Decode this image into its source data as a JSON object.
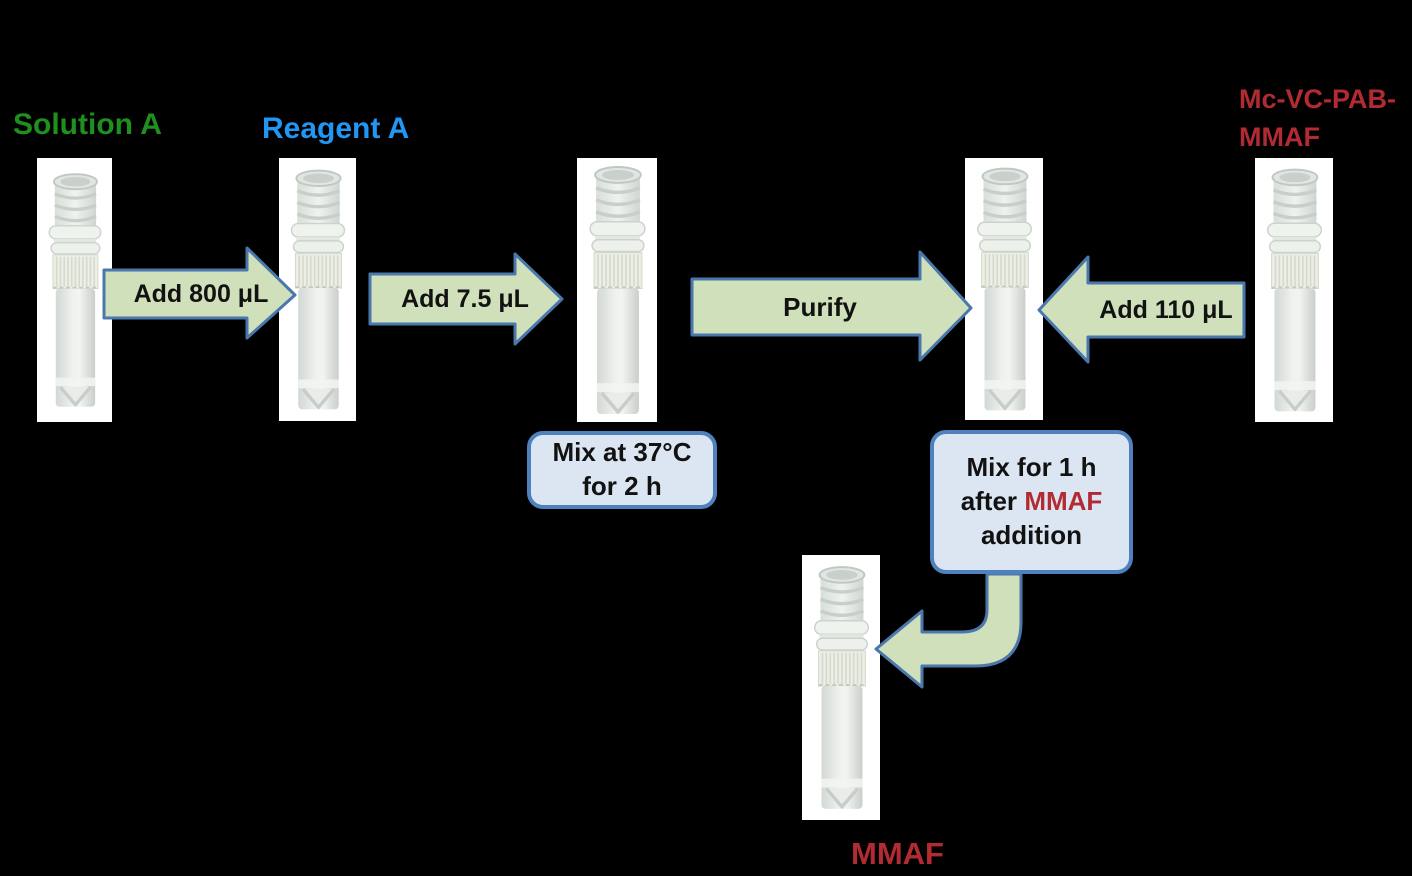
{
  "diagram": {
    "tube_labels": {
      "solution_a": "Solution A",
      "reagent_a": "Reagent A",
      "mc_vc_pab_line1": "Mc-VC-PAB-",
      "mc_vc_pab_line2": "MMAF",
      "mmaf_product": "MMAF"
    },
    "arrows": {
      "add_800": "Add 800 μL",
      "add_7_5": "Add 7.5 μL",
      "purify": "Purify",
      "add_110": "Add 110 μL"
    },
    "notes": {
      "mix_37_line1": "Mix at 37°C",
      "mix_37_line2": "for 2 h",
      "mix_1h_line1": "Mix for 1 h",
      "mix_1h_line2_black": "after",
      "mix_1h_line2_red": "MMAF",
      "mix_1h_line3": "addition"
    },
    "colors": {
      "background": "#000000",
      "arrow_fill": "#cfe0ba",
      "arrow_border": "#4a78ad",
      "note_fill": "#dce6f2",
      "note_border": "#4f81bd",
      "solution_a_green": "#1f8f1f",
      "reagent_a_blue": "#2196f3",
      "mmaf_red": "#b22b33"
    }
  }
}
